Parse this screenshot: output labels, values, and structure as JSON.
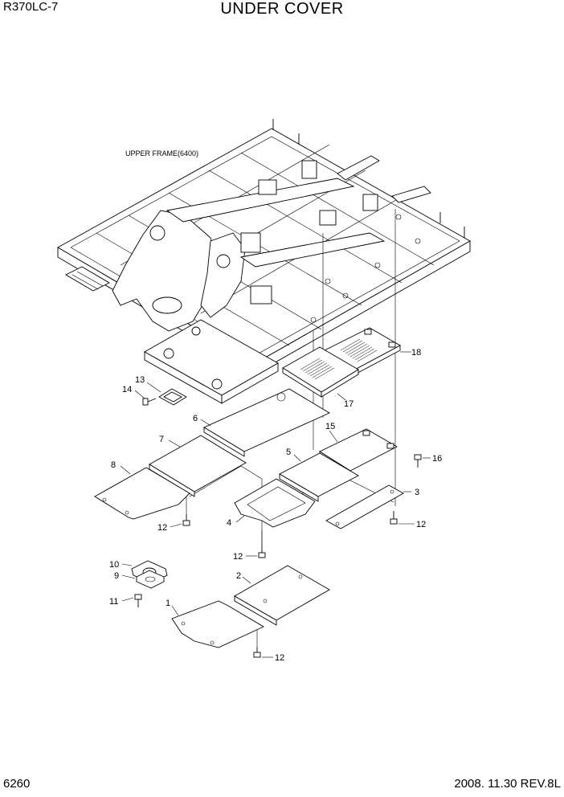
{
  "header": {
    "model": "R370LC-7",
    "title": "UNDER COVER"
  },
  "footer": {
    "page_number": "6260",
    "revision": "2008. 11.30  REV.8L"
  },
  "diagram": {
    "frame_label": "UPPER FRAME(6400)",
    "callouts": {
      "c1": "1",
      "c2": "2",
      "c3": "3",
      "c4": "4",
      "c5": "5",
      "c6": "6",
      "c7": "7",
      "c8": "8",
      "c9": "9",
      "c10": "10",
      "c11": "11",
      "c12a": "12",
      "c12b": "12",
      "c12c": "12",
      "c12d": "12",
      "c13": "13",
      "c14": "14",
      "c15": "15",
      "c16": "16",
      "c17": "17",
      "c18": "18"
    }
  }
}
